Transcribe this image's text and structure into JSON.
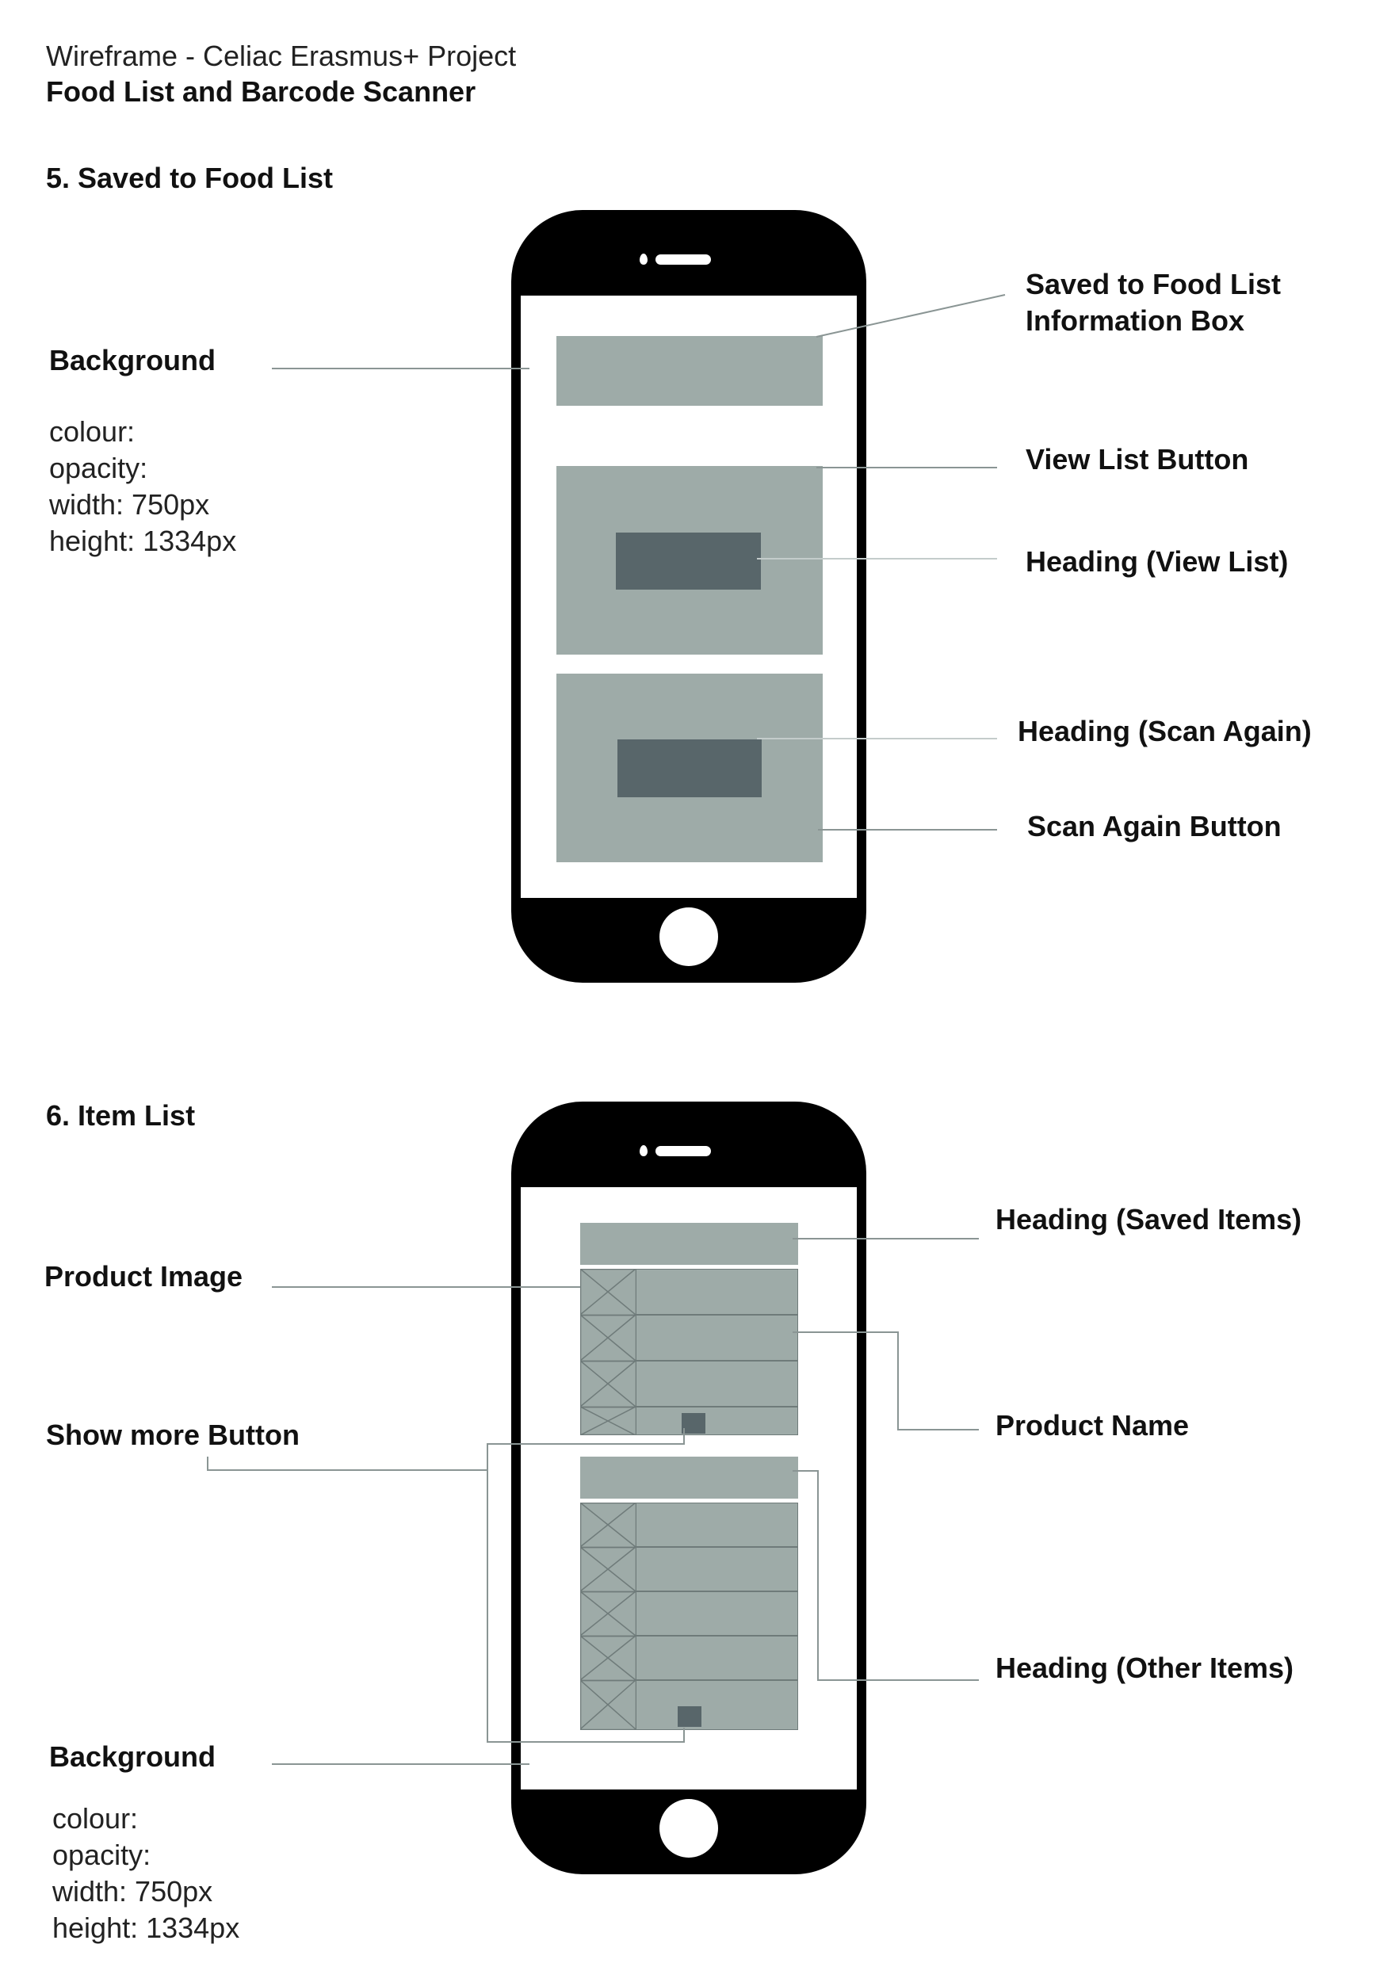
{
  "header": {
    "project": "Wireframe - Celiac Erasmus+ Project",
    "subtitle": "Food List and Barcode Scanner"
  },
  "colors": {
    "phone": "#000000",
    "placeholder": "#9eaba8",
    "placeholder_dark": "#58666a",
    "leader_line": "#8a9594"
  },
  "section5": {
    "title": "5. Saved to Food List",
    "background_label": "Background",
    "spec": [
      "colour:",
      "opacity:",
      "width: 750px",
      "height: 1334px"
    ],
    "labels": {
      "info_box_line1": "Saved to Food List",
      "info_box_line2": "Information Box",
      "view_list_button": "View List Button",
      "heading_view_list": "Heading (View List)",
      "heading_scan_again": "Heading (Scan Again)",
      "scan_again_button": "Scan Again Button"
    }
  },
  "section6": {
    "title": "6. Item List",
    "product_image": "Product Image",
    "show_more_button": "Show more Button",
    "background_label": "Background",
    "spec": [
      "colour:",
      "opacity:",
      "width: 750px",
      "height: 1334px"
    ],
    "labels": {
      "heading_saved_items": "Heading (Saved Items)",
      "product_name": "Product Name",
      "heading_other_items": "Heading (Other Items)"
    }
  }
}
